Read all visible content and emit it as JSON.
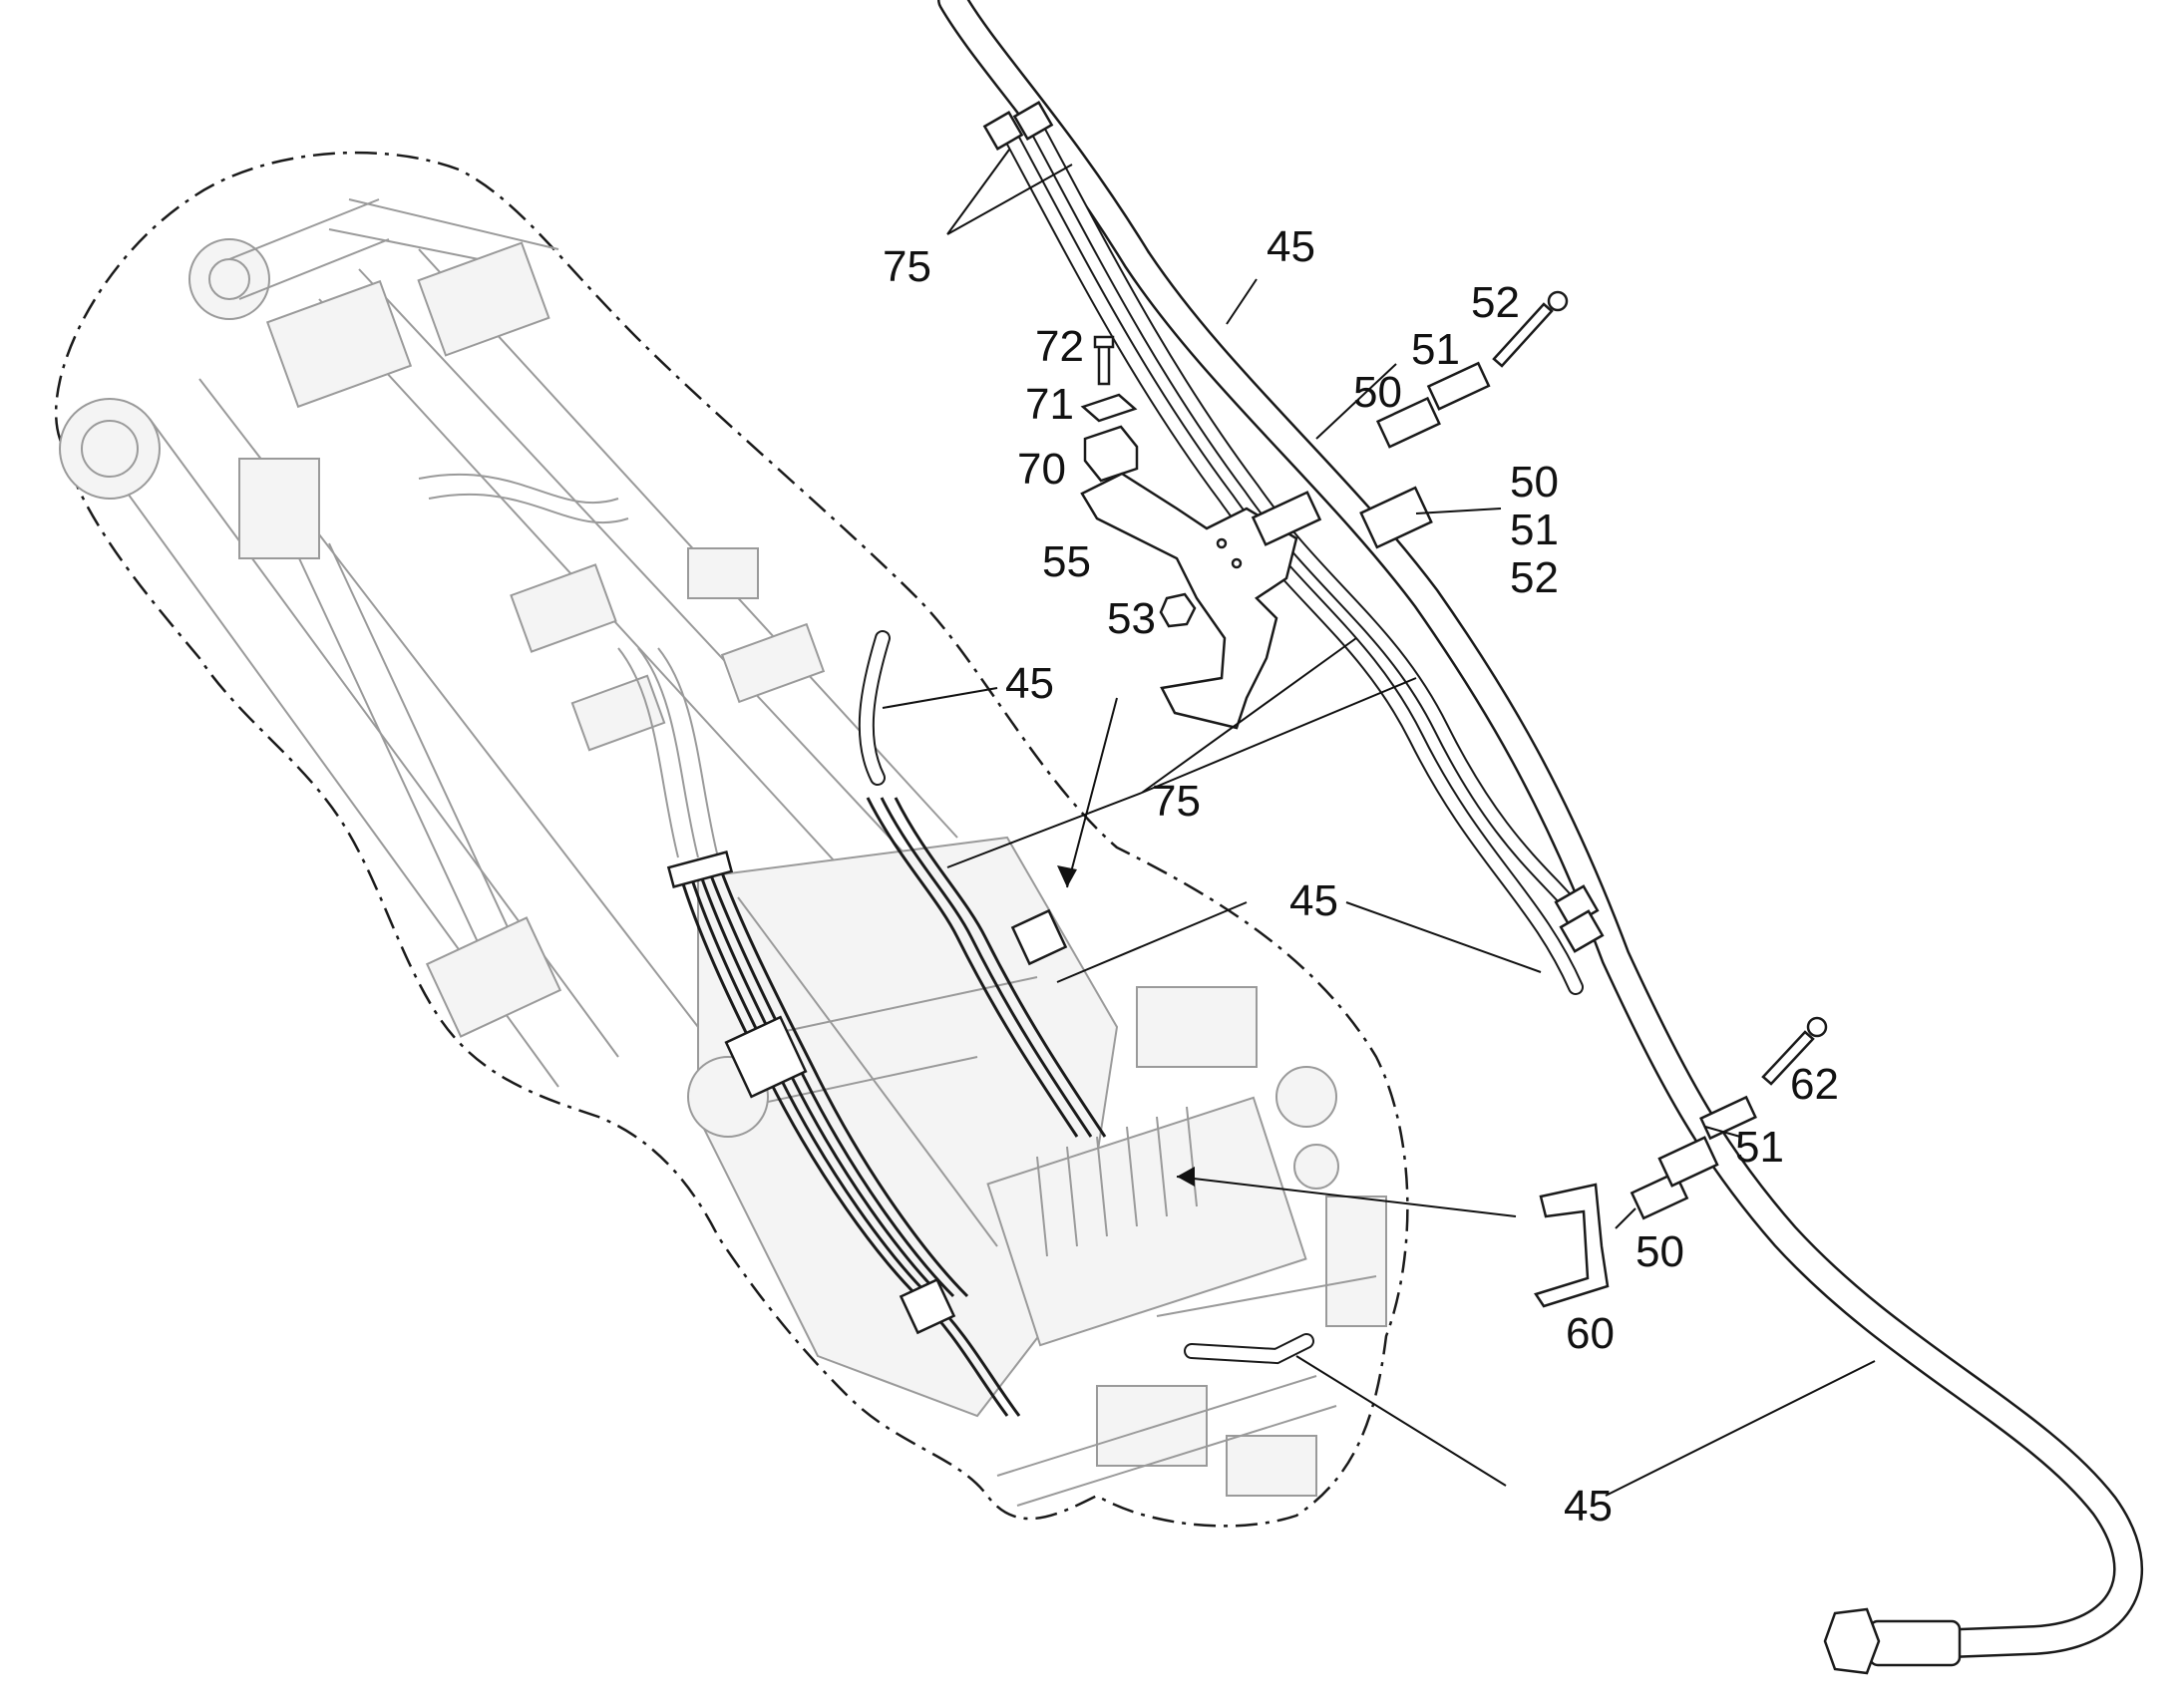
{
  "callouts": [
    {
      "id": "c75a",
      "text": "75"
    },
    {
      "id": "c45a",
      "text": "45"
    },
    {
      "id": "c52a",
      "text": "52"
    },
    {
      "id": "c72",
      "text": "72"
    },
    {
      "id": "c51a",
      "text": "51"
    },
    {
      "id": "c71",
      "text": "71"
    },
    {
      "id": "c50a",
      "text": "50"
    },
    {
      "id": "c70",
      "text": "70"
    },
    {
      "id": "c50b",
      "text": "50"
    },
    {
      "id": "c51b",
      "text": "51"
    },
    {
      "id": "c52b",
      "text": "52"
    },
    {
      "id": "c55",
      "text": "55"
    },
    {
      "id": "c53",
      "text": "53"
    },
    {
      "id": "c45b",
      "text": "45"
    },
    {
      "id": "c75b",
      "text": "75"
    },
    {
      "id": "c45c",
      "text": "45"
    },
    {
      "id": "c62",
      "text": "62"
    },
    {
      "id": "c51c",
      "text": "51"
    },
    {
      "id": "c50c",
      "text": "50"
    },
    {
      "id": "c60",
      "text": "60"
    },
    {
      "id": "c45d",
      "text": "45"
    }
  ]
}
